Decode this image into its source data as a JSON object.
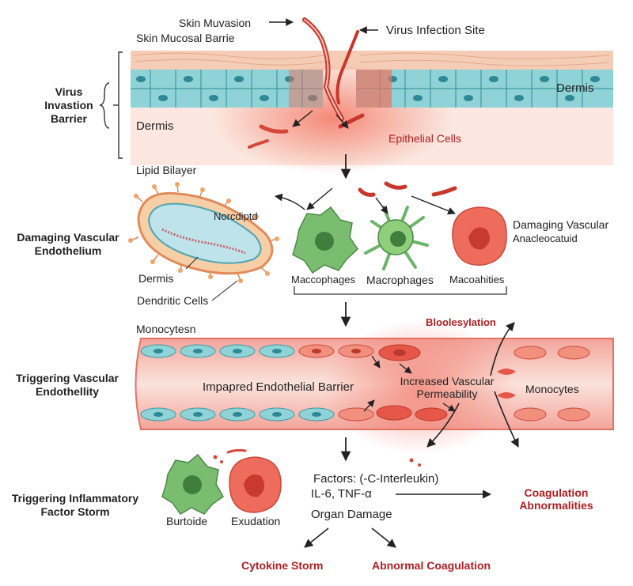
{
  "colors": {
    "accent_red": "#b01e23",
    "cell_teal": "#8fd3d6",
    "tissue_pink": "#f6d2c4",
    "vessel_red": "#f08f84",
    "macrophage_green": "#6cb46a"
  },
  "side_labels": {
    "virus_invasion": [
      "Virus",
      "Invastion",
      "Barrier"
    ],
    "damaging_endothelium": [
      "Damaging Vascular",
      "Endothelium"
    ],
    "triggering_endothellity": [
      "Triggering Vascular",
      "Endothellity"
    ],
    "triggering_storm": [
      "Triggering Inflammatory",
      "Factor Storm"
    ]
  },
  "top": {
    "skin_muvasion": "Skin Muvasion",
    "skin_mucosal": "Skin Mucosal Barrie",
    "virus_site": "Virus Infection Site",
    "dermis_right": "Dermis",
    "dermis_left": "Dermis",
    "epithelial": "Epithelial Cells"
  },
  "middle": {
    "lipid_bilayer": "Lipid Bilayer",
    "norcdiptd": "Norcdiptd",
    "dermis": "Dermis",
    "dendritic": "Dendritic Cells",
    "macrophages_1": "Maccophages",
    "macrophages_2": "Macrophages",
    "macoahities": "Macoahities",
    "damaging_vascular": "Damaging Vascular",
    "anacleoc": "Anacleocatuid"
  },
  "vessel": {
    "monocytesn": "Monocytesn",
    "bloolesylation": "Bloolesylation",
    "impaired": "Impapred Endothelial Barrier",
    "increased": [
      "Increased Vascular",
      "Permeability"
    ],
    "monocytes": "Monocytes"
  },
  "bottom": {
    "burtoide": "Burtoide",
    "exudation": "Exudation",
    "factors": "Factors: (-C-Interleukin)",
    "il6": "IL-6, TNF-α",
    "organ": "Organ Damage",
    "coagulation_abn": [
      "Coagulation",
      "Abnormalities"
    ],
    "cytokine": "Cytokine Storm",
    "abnormal_coag": "Abnormal Coagulation"
  }
}
